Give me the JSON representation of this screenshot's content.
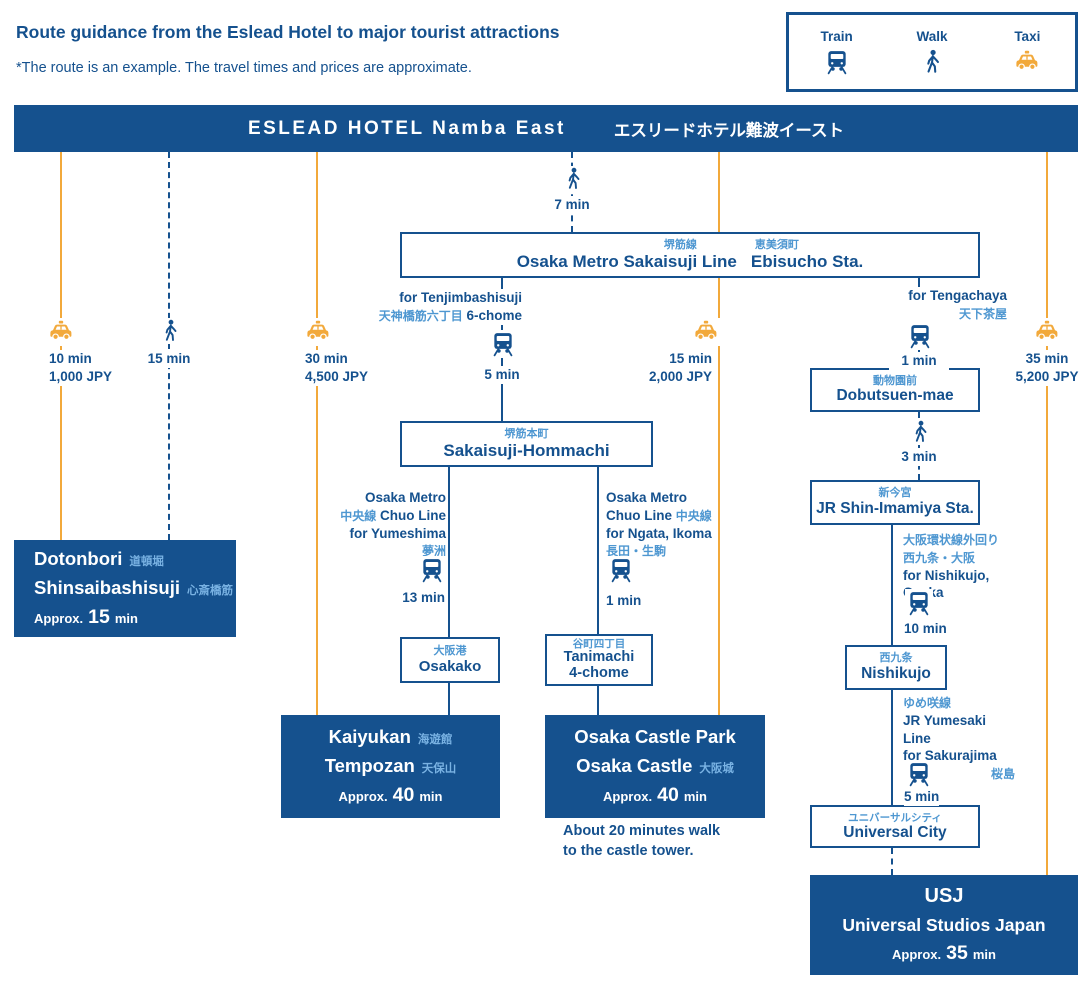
{
  "page": {
    "title": "Route guidance from the Eslead Hotel to major tourist attractions",
    "note": "*The route is an example. The travel times and prices are approximate."
  },
  "legend": {
    "train": "Train",
    "walk": "Walk",
    "taxi": "Taxi"
  },
  "hotel": {
    "name_en": "ESLEAD HOTEL Namba East",
    "name_ja": "エスリードホテル難波イースト"
  },
  "colors": {
    "navy": "#15518E",
    "light_blue": "#4E97D1",
    "orange": "#F2A93B",
    "dest_ja": "#79B2E3"
  },
  "icons": {
    "train": "train-icon",
    "walk": "walk-icon",
    "taxi": "taxi-icon"
  },
  "direct": {
    "taxi_dotonbori": {
      "time": "10 min",
      "price": "1,000 JPY"
    },
    "walk_dotonbori": {
      "time": "15 min"
    },
    "taxi_kaiyukan": {
      "time": "30 min",
      "price": "4,500 JPY"
    },
    "walk_ebisucho": {
      "time": "7 min"
    },
    "taxi_castle": {
      "time": "15 min",
      "price": "2,000 JPY"
    },
    "taxi_usj": {
      "time": "35 min",
      "price": "5,200 JPY"
    }
  },
  "stations": {
    "ebisucho": {
      "line_ja": "堺筋線",
      "ja": "恵美須町",
      "name_left": "Osaka Metro Sakaisuji Line",
      "name_right": "Ebisucho Sta."
    },
    "sakaisuji_hommachi": {
      "ja": "堺筋本町",
      "name": "Sakaisuji-Hommachi"
    },
    "osakako": {
      "ja": "大阪港",
      "name": "Osakako"
    },
    "tanimachi": {
      "ja": "谷町四丁目",
      "name_line1": "Tanimachi",
      "name_line2": "4-chome"
    },
    "dobutsuen_mae": {
      "ja": "動物園前",
      "name": "Dobutsuen-mae"
    },
    "shin_imamiya": {
      "ja": "新今宮",
      "name": "JR Shin-Imamiya Sta."
    },
    "nishikujo": {
      "ja": "西九条",
      "name": "Nishikujo"
    },
    "universal_city": {
      "ja": "ユニバーサルシティ",
      "name": "Universal City"
    }
  },
  "segments": {
    "ebisucho_to_hommachi": {
      "for_en": "for Tenjimbashisuji",
      "ja": "天神橋筋六丁目",
      "for_en2": "6-chome",
      "time": "5 min"
    },
    "ebisucho_to_dobutsuen": {
      "for_en": "for Tengachaya",
      "ja": "天下茶屋",
      "time": "1 min"
    },
    "hommachi_to_osakako": {
      "line1": "Osaka Metro",
      "ja1": "中央線",
      "line2": "Chuo Line",
      "line3": "for Yumeshima",
      "ja2": "夢洲",
      "time": "13 min"
    },
    "hommachi_to_tanimachi": {
      "line1": "Osaka Metro",
      "line2": "Chuo Line",
      "ja1": "中央線",
      "line3": "for Ngata, Ikoma",
      "ja2": "長田・生駒",
      "time": "1 min"
    },
    "dobutsuen_to_shinimamiya": {
      "time": "3 min"
    },
    "shinimamiya_to_nishikujo": {
      "ja1": "大阪環状線外回り",
      "ja2": "西九条・大阪",
      "for_en": "for Nishikujo, Osaka",
      "time": "10 min"
    },
    "nishikujo_to_universalcity": {
      "ja1": "ゆめ咲線",
      "line1": "JR Yumesaki Line",
      "line2": "for Sakurajima",
      "ja2": "桜島",
      "time": "5 min"
    }
  },
  "destinations": {
    "dotonbori": {
      "line1_en": "Dotonbori",
      "line1_ja": "道頓堀",
      "line2_en": "Shinsaibashisuji",
      "line2_ja": "心斎橋筋",
      "approx": "Approx.",
      "time": "15",
      "unit": "min"
    },
    "kaiyukan": {
      "line1_en": "Kaiyukan",
      "line1_ja": "海遊館",
      "line2_en": "Tempozan",
      "line2_ja": "天保山",
      "approx": "Approx.",
      "time": "40",
      "unit": "min"
    },
    "castle": {
      "line1_en": "Osaka Castle Park",
      "line2_en": "Osaka Castle",
      "line2_ja": "大阪城",
      "approx": "Approx.",
      "time": "40",
      "unit": "min",
      "note_line1": "About 20 minutes walk",
      "note_line2": "to the castle tower."
    },
    "usj": {
      "line1_en": "USJ",
      "line2_en": "Universal Studios Japan",
      "approx": "Approx.",
      "time": "35",
      "unit": "min"
    }
  }
}
